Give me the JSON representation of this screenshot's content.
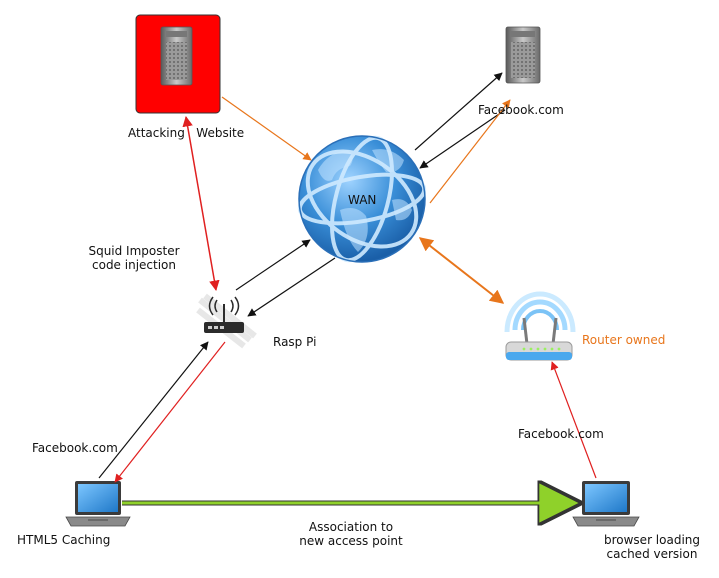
{
  "nodes": {
    "attacking_website": {
      "label": "Attacking   Website",
      "highlight_color": "#ff0000"
    },
    "facebook_server": {
      "label": "Facebook.com"
    },
    "wan": {
      "label": "WAN"
    },
    "rasp_pi": {
      "label": "Rasp Pi",
      "annotation": "Squid Imposter\ncode injection"
    },
    "router": {
      "label": "Router owned",
      "label_color": "#e8761c"
    },
    "laptop_left": {
      "label": "HTML5 Caching",
      "site_label": "Facebook.com"
    },
    "laptop_right": {
      "label": "browser loading\ncached version",
      "site_label": "Facebook.com"
    }
  },
  "association_label": "Association to\nnew access point",
  "colors": {
    "black_arrow": "#111111",
    "red_arrow": "#e02020",
    "orange_arrow": "#e8761c",
    "green_arrow": "#8fd12a",
    "globe": "#3a8fd8",
    "laptop_screen": "#2f8fd8"
  },
  "icons": [
    "server-icon",
    "globe-icon",
    "wifi-router-icon",
    "laptop-icon"
  ]
}
